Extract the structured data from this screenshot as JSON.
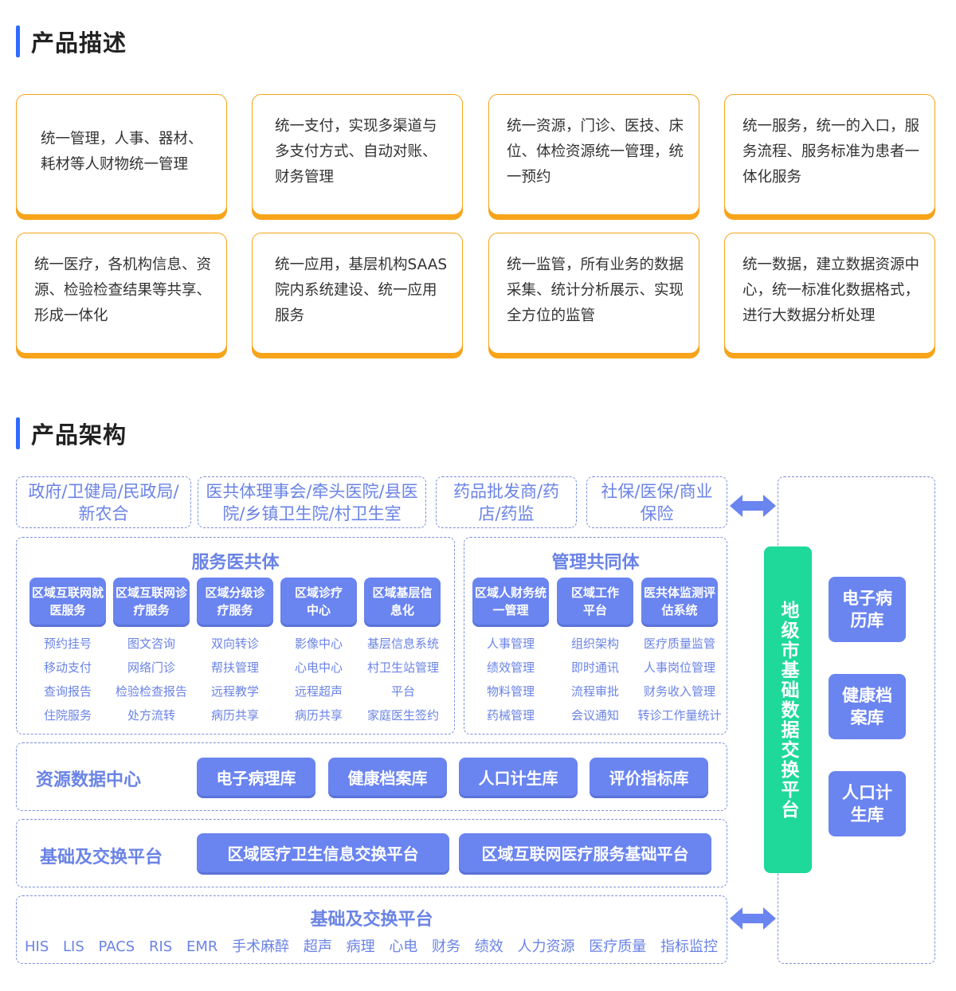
{
  "sections": {
    "description": "产品描述",
    "architecture": "产品架构"
  },
  "cards": [
    "统一管理，人事、器材、耗材等人财物统一管理",
    "统一支付，实现多渠道与多支付方式、自动对账、财务管理",
    "统一资源，门诊、医技、床位、体检资源统一管理，统一预约",
    "统一服务，统一的入口，服务流程、服务标准为患者一体化服务",
    "统一医疗，各机构信息、资源、检验检查结果等共享、形成一体化",
    "统一应用，基层机构SAAS院内系统建设、统一应用服务",
    "统一监管，所有业务的数据采集、统计分析展示、实现全方位的监管",
    "统一数据，建立数据资源中心，统一标准化数据格式，进行大数据分析处理"
  ],
  "top_stakeholders": [
    "政府/卫健局/民政局/新农合",
    "医共体理事会/牵头医院/县医院/乡镇卫生院/村卫生室",
    "药品批发商/药店/药监",
    "社保/医保/商业保险"
  ],
  "service_group": {
    "title": "服务医共体",
    "modules": [
      {
        "label": "区域互联网就医服务",
        "items": [
          "预约挂号",
          "移动支付",
          "查询报告",
          "住院服务"
        ]
      },
      {
        "label": "区域互联网诊疗服务",
        "items": [
          "图文咨询",
          "网络门诊",
          "检验检查报告",
          "处方流转"
        ]
      },
      {
        "label": "区域分级诊疗服务",
        "items": [
          "双向转诊",
          "帮扶管理",
          "远程教学",
          "病历共享"
        ]
      },
      {
        "label": "区域诊疗中心",
        "items": [
          "影像中心",
          "心电中心",
          "远程超声",
          "病历共享"
        ]
      },
      {
        "label": "区域基层信息化",
        "items": [
          "基层信息系统",
          "村卫生站管理",
          "平台",
          "家庭医生签约"
        ]
      }
    ]
  },
  "management_group": {
    "title": "管理共同体",
    "modules": [
      {
        "label": "区域人财务统一管理",
        "items": [
          "人事管理",
          "绩效管理",
          "物料管理",
          "药械管理"
        ]
      },
      {
        "label": "区域工作平台",
        "items": [
          "组织架构",
          "即时通讯",
          "流程审批",
          "会议通知"
        ]
      },
      {
        "label": "医共体监测评估系统",
        "items": [
          "医疗质量监管",
          "人事岗位管理",
          "财务收入管理",
          "转诊工作量统计"
        ]
      }
    ]
  },
  "resource_center": {
    "label": "资源数据中心",
    "items": [
      "电子病理库",
      "健康档案库",
      "人口计生库",
      "评价指标库"
    ]
  },
  "base_platform": {
    "label": "基础及交换平台",
    "items": [
      "区域医疗卫生信息交换平台",
      "区域互联网医疗服务基础平台"
    ]
  },
  "bottom_platform": {
    "title": "基础及交换平台",
    "systems": [
      "HIS",
      "LIS",
      "PACS",
      "RIS",
      "EMR",
      "手术麻醉",
      "超声",
      "病理",
      "心电",
      "财务",
      "绩效",
      "人力资源",
      "医疗质量",
      "指标监控"
    ]
  },
  "exchange_platform": "地级市基础数据交换平台",
  "databases": [
    "电子病历库",
    "健康档案库",
    "人口计生库"
  ],
  "colors": {
    "accent_blue": "#2f6bff",
    "card_border": "#f7a41b",
    "module_blue": "#6a84f0",
    "text_blue": "#6a83e6",
    "green": "#1ed99a"
  }
}
